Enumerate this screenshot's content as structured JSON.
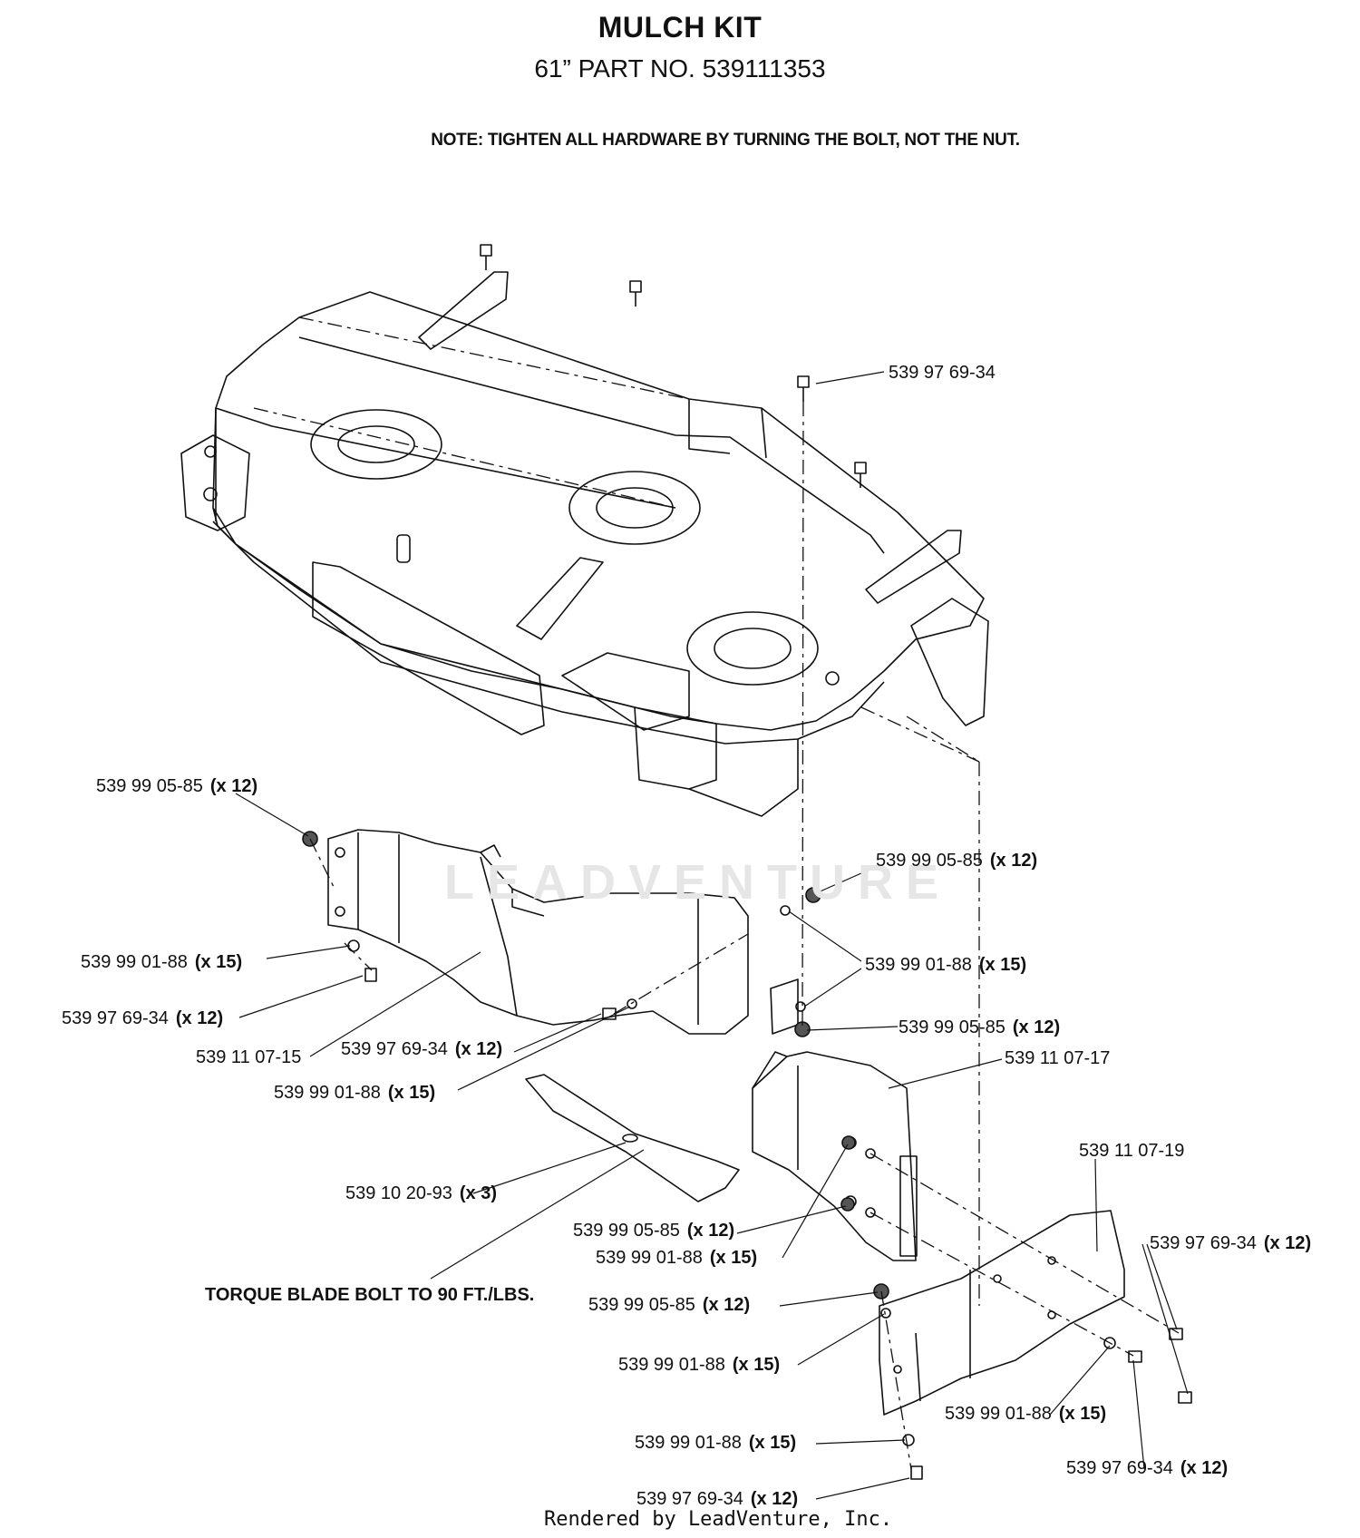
{
  "header": {
    "title": "MULCH KIT",
    "subtitle": "61” PART NO. 539111353",
    "note": "NOTE: TIGHTEN ALL HARDWARE BY TURNING THE BOLT, NOT THE NUT."
  },
  "watermark": "LEADVENTURE",
  "callouts": [
    {
      "part": "539 97 69-34",
      "qty": ""
    },
    {
      "part": "539 99 05-85",
      "qty": "(x 12)"
    },
    {
      "part": "539 99 05-85",
      "qty": "(x 12)"
    },
    {
      "part": "539 99 01-88",
      "qty": "(x 15)"
    },
    {
      "part": "539 99 01-88",
      "qty": "(x 15)"
    },
    {
      "part": "539 97 69-34",
      "qty": "(x 12)"
    },
    {
      "part": "539 99 05-85",
      "qty": "(x 12)"
    },
    {
      "part": "539 97 69-34",
      "qty": "(x 12)"
    },
    {
      "part": "539 11 07-15",
      "qty": ""
    },
    {
      "part": "539 11 07-17",
      "qty": ""
    },
    {
      "part": "539 99 01-88",
      "qty": "(x 15)"
    },
    {
      "part": "539 11 07-19",
      "qty": ""
    },
    {
      "part": "539 10 20-93",
      "qty": "(x 3)"
    },
    {
      "part": "539 99 05-85",
      "qty": "(x 12)"
    },
    {
      "part": "539 99 01-88",
      "qty": "(x 15)"
    },
    {
      "part": "539 97 69-34",
      "qty": "(x 12)"
    },
    {
      "part": "539 99 05-85",
      "qty": "(x 12)"
    },
    {
      "part": "539 99 01-88",
      "qty": "(x 15)"
    },
    {
      "part": "539 99 01-88",
      "qty": "(x 15)"
    },
    {
      "part": "539 99 01-88",
      "qty": "(x 15)"
    },
    {
      "part": "539 97 69-34",
      "qty": "(x 12)"
    },
    {
      "part": "539 97 69-34",
      "qty": "(x 12)"
    }
  ],
  "torque_note": "TORQUE BLADE BOLT TO 90 FT./LBS.",
  "footer": "Rendered by LeadVenture, Inc."
}
